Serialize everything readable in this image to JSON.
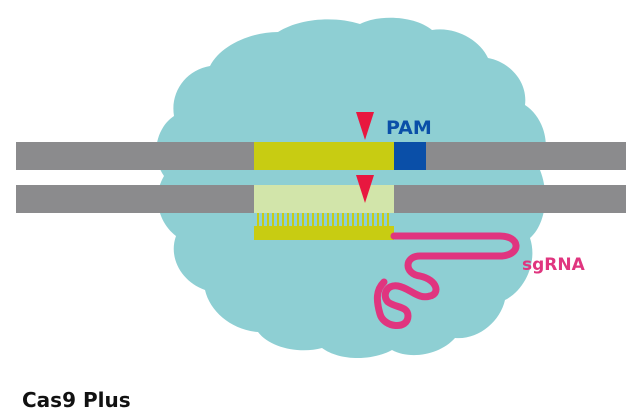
{
  "labels": {
    "pam": "PAM",
    "sgrna": "sgRNA"
  },
  "caption": "Cas9 Plus",
  "colors": {
    "protein": "#8ecfd3",
    "dna_strand": "#8b8b8d",
    "target_region": "#c8cc12",
    "target_region_light": "#d2e5aa",
    "pam": "#0a4fa8",
    "cut_marker": "#e8173f",
    "sgrna": "#e0357f",
    "pam_text": "#0a4fa8",
    "sgrna_text": "#e0357f"
  },
  "icons": {
    "cut_site": "cut-site-triangle"
  }
}
